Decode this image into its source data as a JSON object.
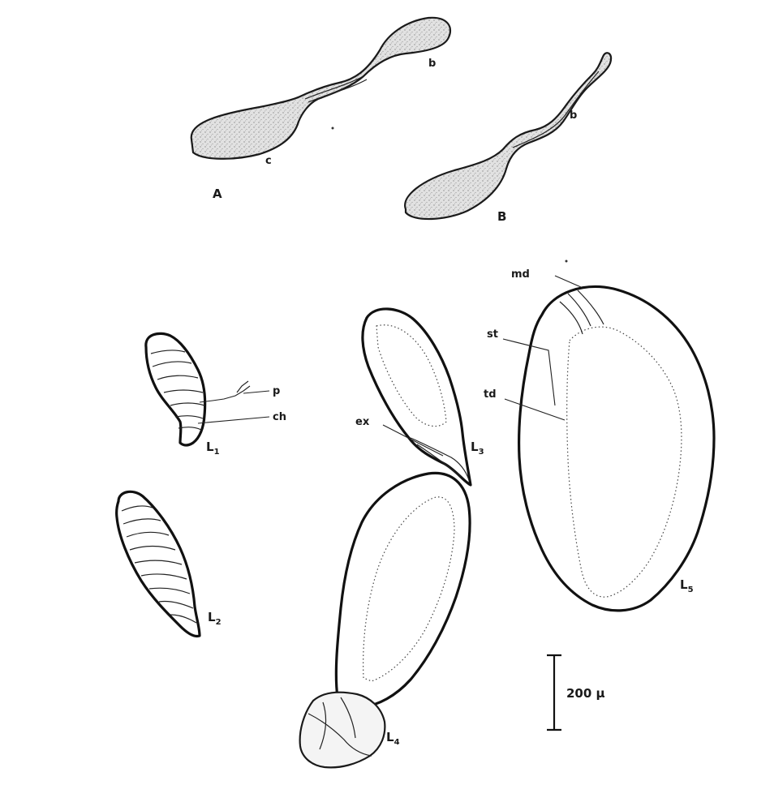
{
  "figure": {
    "panel_labels": {
      "A": "A",
      "B": "B"
    },
    "part_labels": {
      "b_in_A": "b",
      "c_in_A": "c",
      "b_in_B": "b"
    },
    "annotations": {
      "md": "md",
      "st": "st",
      "td": "td",
      "ex": "ex",
      "p": "p",
      "ch": "ch"
    },
    "stages": {
      "L1": {
        "main": "L",
        "sub": "1"
      },
      "L2": {
        "main": "L",
        "sub": "2"
      },
      "L3": {
        "main": "L",
        "sub": "3"
      },
      "L4": {
        "main": "L",
        "sub": "4"
      },
      "L5": {
        "main": "L",
        "sub": "5"
      }
    },
    "scale_bar": {
      "label": "200 μ"
    }
  }
}
